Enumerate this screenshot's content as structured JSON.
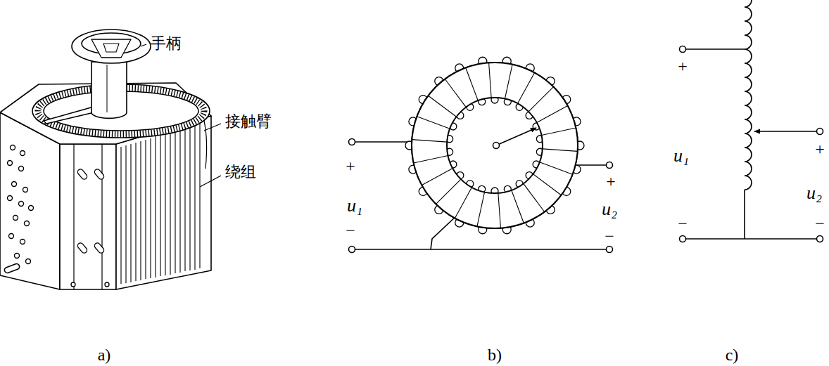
{
  "diagram": {
    "labels": [
      "手柄",
      "接触臂",
      "绕组",
      "+",
      "u₁",
      "−",
      "+",
      "u₂",
      "−",
      "+",
      "u₁",
      "+",
      "u₂",
      "−",
      "−",
      "a)",
      "b)",
      "c)"
    ]
  }
}
